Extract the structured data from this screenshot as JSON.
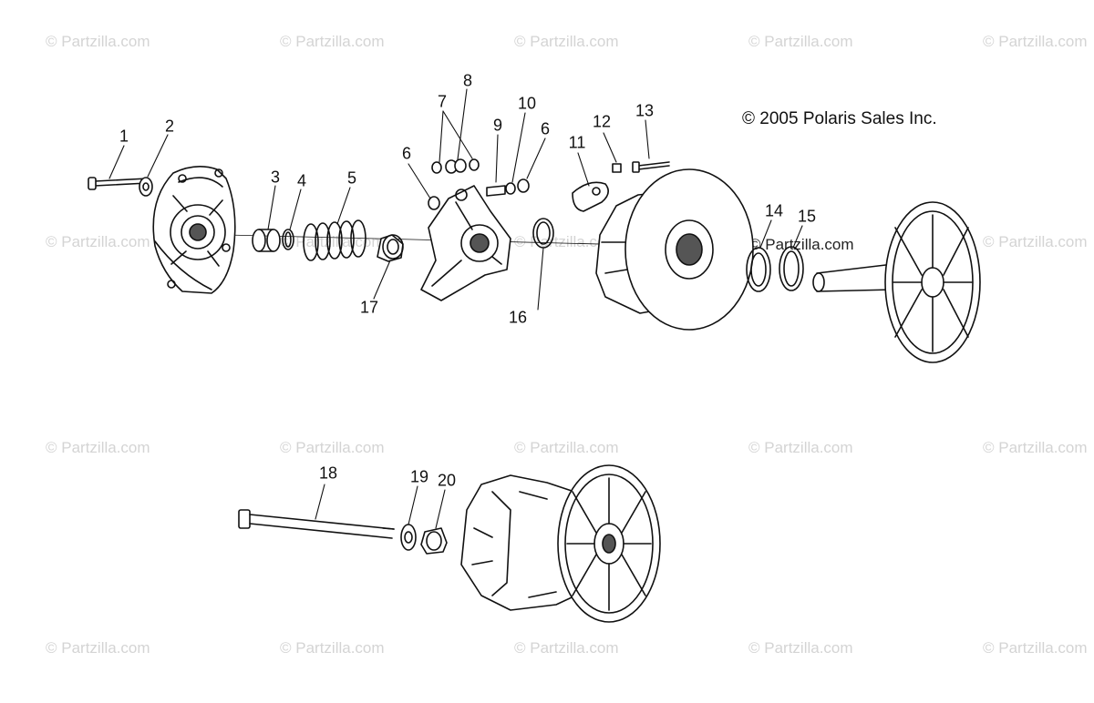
{
  "copyright": "© 2005 Polaris Sales Inc.",
  "inline_watermark": "© Partzilla.com",
  "watermark_text": "© Partzilla.com",
  "watermark_color": "#d4d4d4",
  "line_color": "#111111",
  "callouts": [
    "1",
    "2",
    "3",
    "4",
    "5",
    "6",
    "7",
    "8",
    "9",
    "10",
    "6",
    "11",
    "12",
    "13",
    "14",
    "15",
    "16",
    "17",
    "18",
    "19",
    "20"
  ]
}
